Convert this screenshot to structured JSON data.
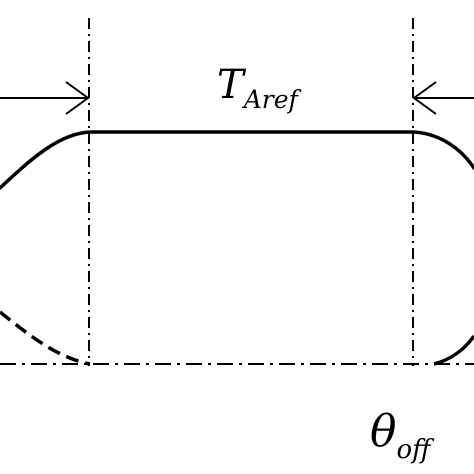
{
  "diagram": {
    "labels": {
      "top_main": "T",
      "top_sub": "Aref",
      "bottom_main": "θ",
      "bottom_sub": "off"
    },
    "colors": {
      "stroke": "#000000",
      "background": "#ffffff"
    }
  }
}
